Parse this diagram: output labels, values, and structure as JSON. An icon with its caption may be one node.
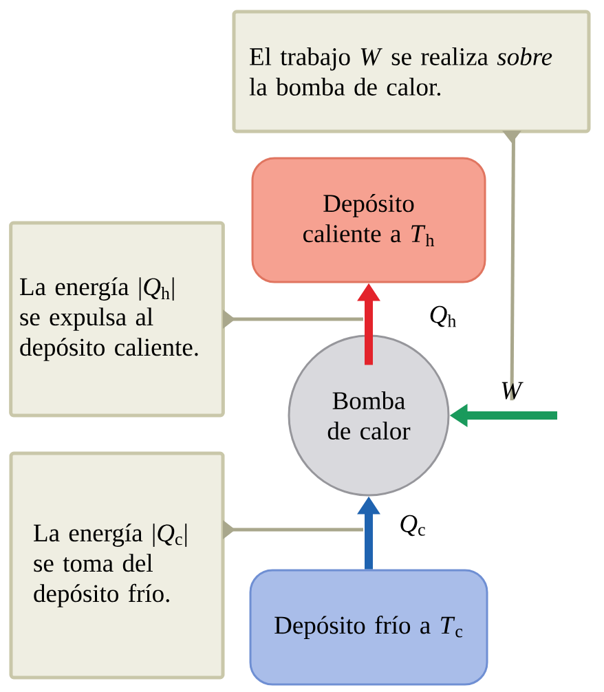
{
  "diagram": {
    "nodes": [
      {
        "text": [
          "El trabajo *W* se realiza *sobre* la bomba de calor."
        ]
      },
      {
        "text": [
          "Depósito caliente a *T*$_{h}$"
        ]
      },
      {
        "text": [
          "La energía |*Q*$_{h}$| se expulsa al depósito caliente."
        ]
      },
      {
        "text": [
          "Bomba de calor"
        ]
      },
      {
        "text": [
          "La energía |*Q*$_{c}$| se toma del depósito frío."
        ]
      },
      {
        "text": [
          "Depósito frío a *T*$_{c}$"
        ]
      }
    ],
    "edges": [
      {
        "from": 5,
        "to": 3,
        "arrow": "to",
        "label": "*Q*$_{c}$",
        "style": "thick",
        "color": "#1f63b0"
      },
      {
        "from": 3,
        "to": 1,
        "arrow": "to",
        "label": "*Q*$_{h}$",
        "style": "thick",
        "color": "#e3232b"
      },
      {
        "from": null,
        "to": 3,
        "arrow": "to",
        "label": "*W*",
        "style": "thick",
        "color": "#1a9a5c"
      },
      {
        "from": 0,
        "to": null,
        "arrow": "none",
        "color": "#a9a78c"
      },
      {
        "from": 2,
        "to": null,
        "arrow": "none",
        "color": "#a9a78c"
      },
      {
        "from": 4,
        "to": null,
        "arrow": "none",
        "color": "#a9a78c"
      }
    ]
  }
}
